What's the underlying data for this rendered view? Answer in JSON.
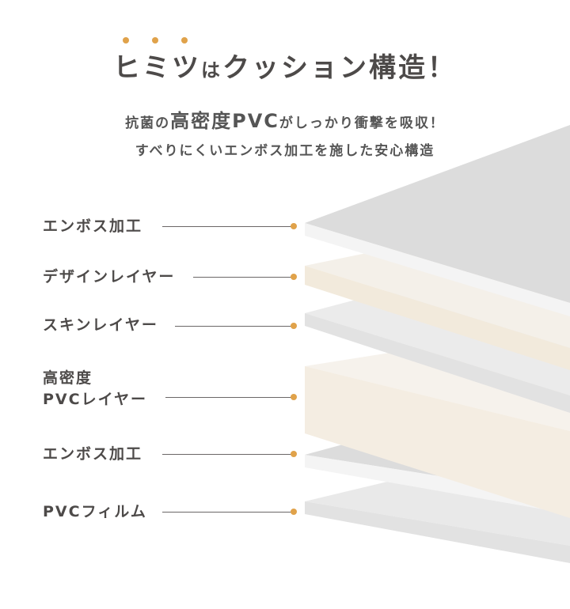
{
  "header": {
    "title_part1": "ヒミツ",
    "title_part2": "は",
    "title_part3": "クッション構造！",
    "emphasis_dots_color": "#e0a24a",
    "subtitle_line1_part1": "抗菌の",
    "subtitle_line1_part2": "高密度PVC",
    "subtitle_line1_part3": "がしっかり衝撃を吸収！",
    "subtitle_line2": "すべりにくいエンボス加工を施した安心構造"
  },
  "layers": [
    {
      "label": "エンボス加工",
      "color_top": "#dcdcdc",
      "color_front": "#f3f3f3"
    },
    {
      "label": "デザインレイヤー",
      "color_top": "#f3efe8",
      "color_front": "#f2ebdf"
    },
    {
      "label": "スキンレイヤー",
      "color_top": "#e9e9e9",
      "color_front": "#e1e1e1"
    },
    {
      "label_line1": "高密度",
      "label_line2": "PVCレイヤー",
      "color_top": "#f5f1ea",
      "color_front": "#f4ede2"
    },
    {
      "label": "エンボス加工",
      "color_top": "#dcdcdc",
      "color_front": "#f3f3f3"
    },
    {
      "label": "PVCフィルム",
      "color_top": "#e9e9e9",
      "color_front": "#e1e1e1"
    }
  ],
  "colors": {
    "accent": "#e0a24a",
    "text": "#4d4a49",
    "leader_line": "#6b6767"
  }
}
